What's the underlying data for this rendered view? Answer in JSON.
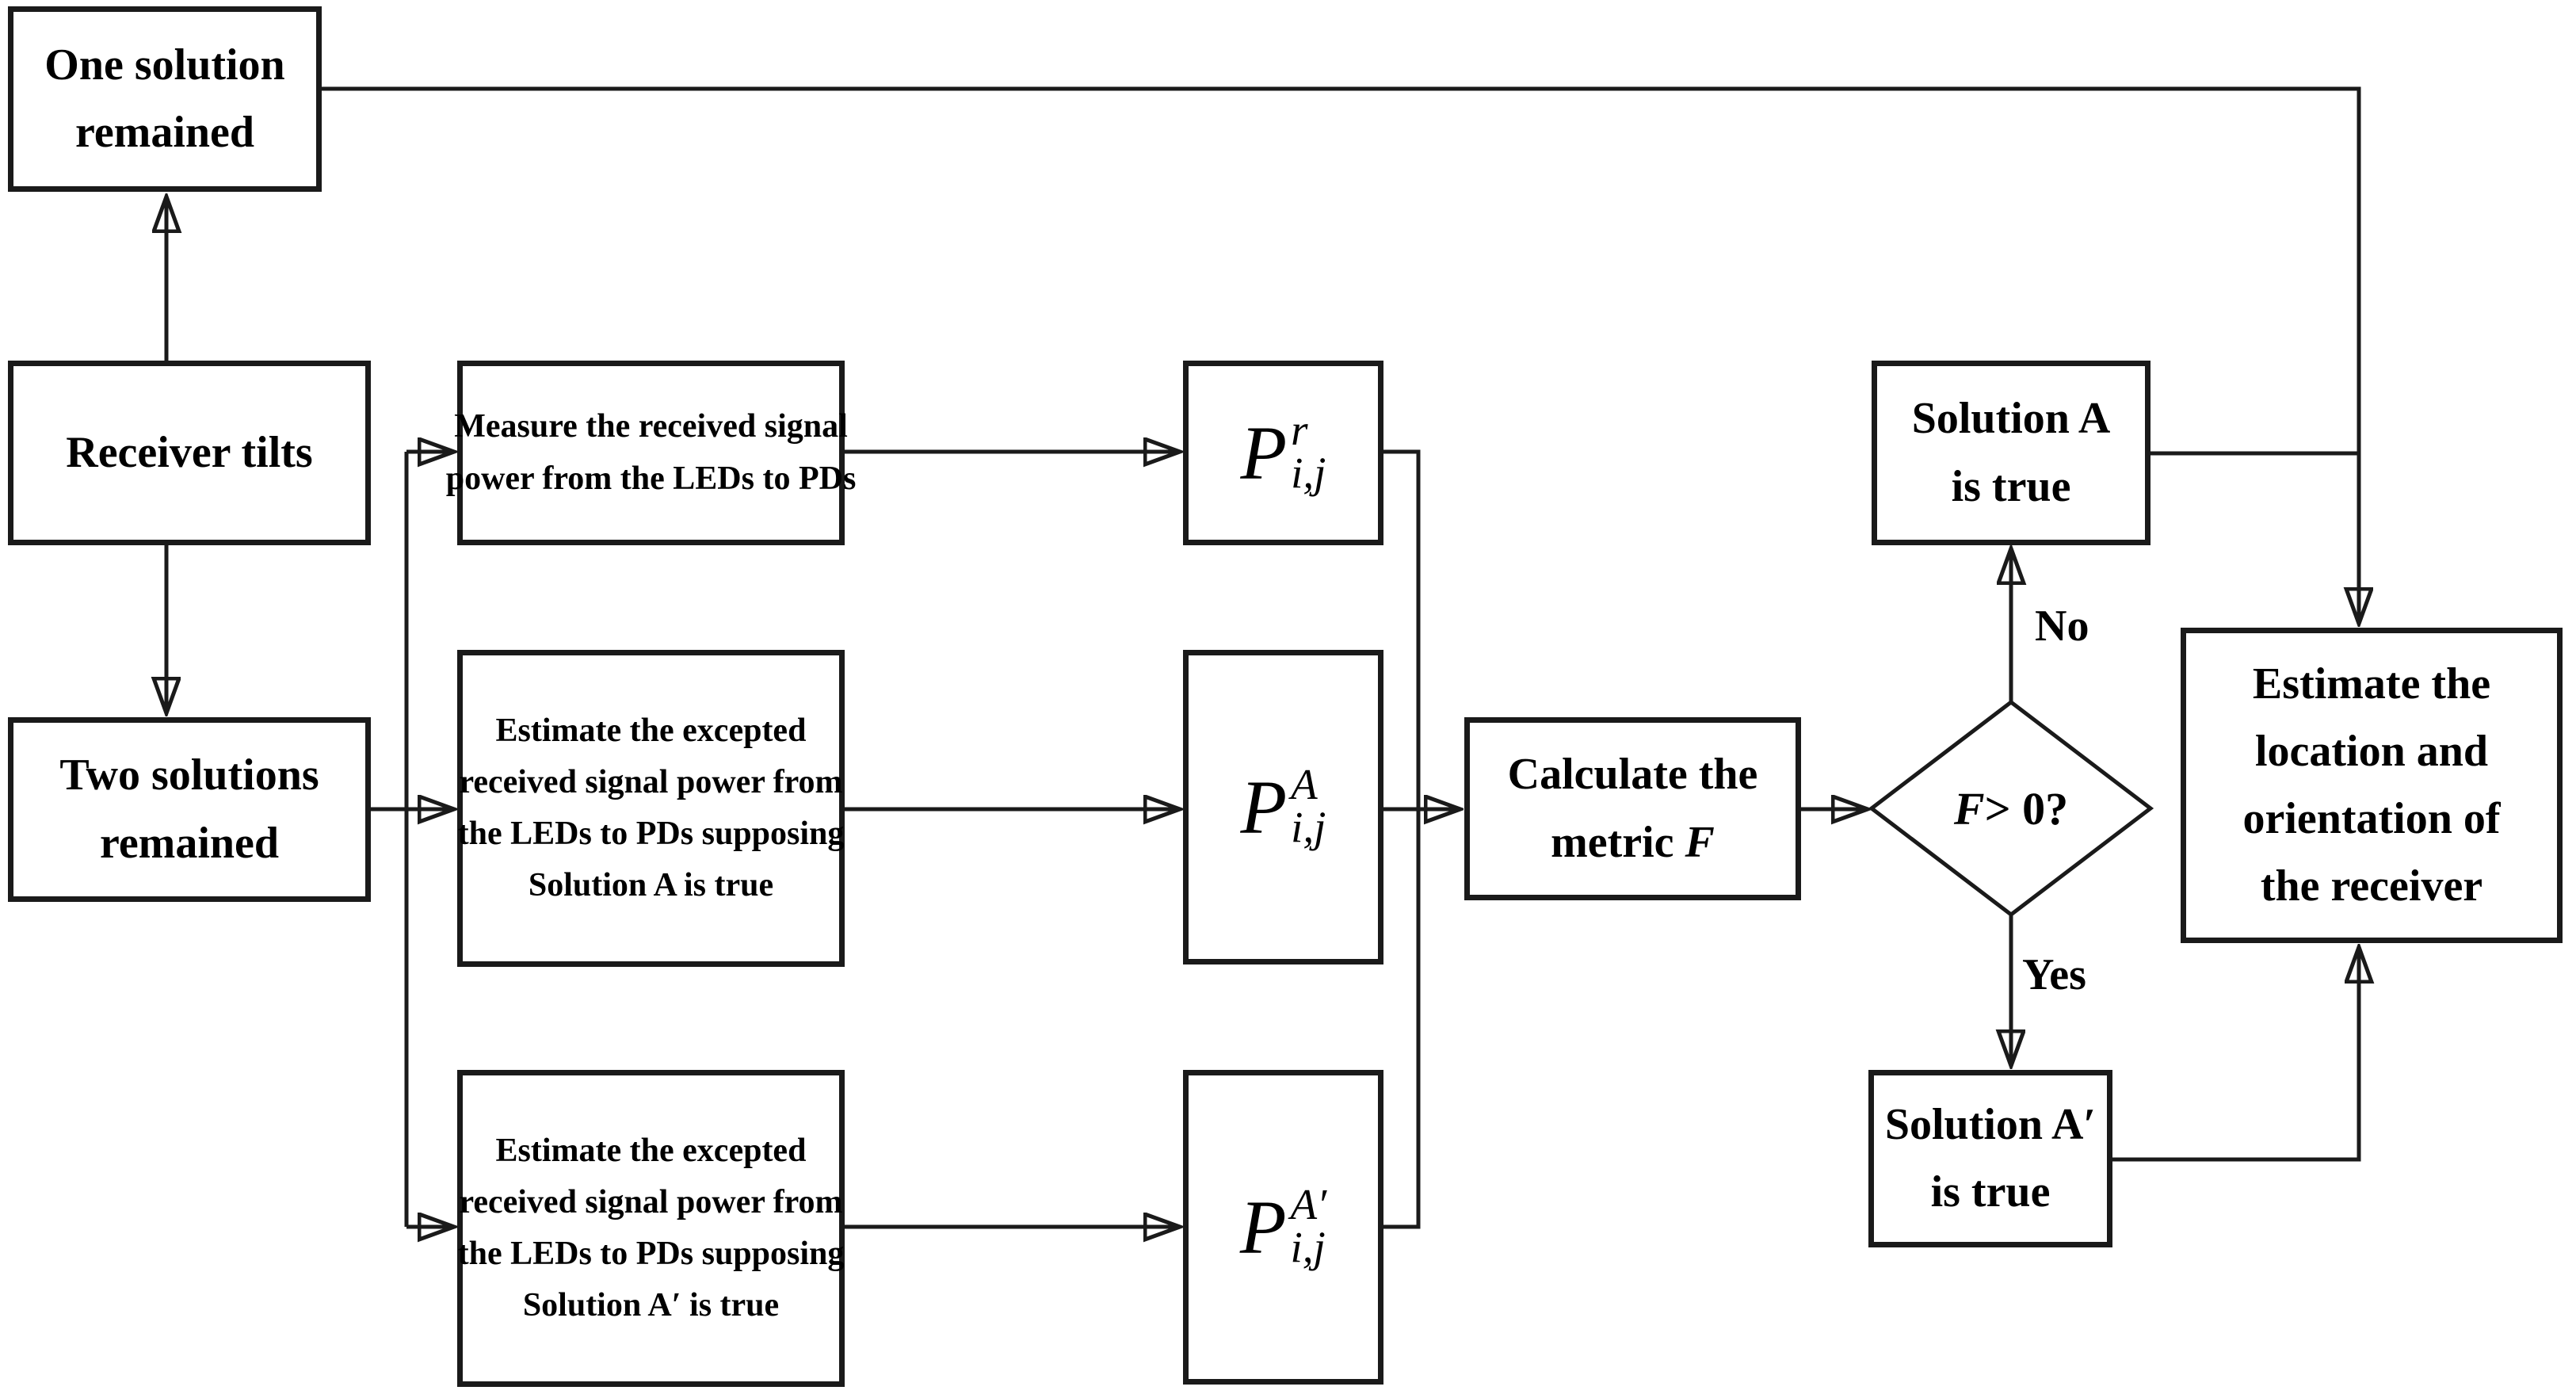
{
  "nodes": {
    "one_solution": {
      "l1": "One solution",
      "l2": "remained"
    },
    "receiver_tilts": {
      "l1": "Receiver tilts"
    },
    "two_solutions": {
      "l1": "Two solutions",
      "l2": "remained"
    },
    "measure": {
      "l1": "Measure the received signal",
      "l2": "power from the LEDs to PDs"
    },
    "estimate_a": {
      "l1": "Estimate the excepted",
      "l2": "received signal power from",
      "l3": "the LEDs to PDs supposing",
      "l4": "Solution A is true"
    },
    "estimate_a_prime": {
      "l1": "Estimate the excepted",
      "l2": "received signal power from",
      "l3": "the LEDs to PDs supposing",
      "l4": "Solution A′ is true"
    },
    "p_r": {
      "base": "P",
      "sup": "r",
      "sub": "i,j"
    },
    "p_a": {
      "base": "P",
      "sup": "A",
      "sub": "i,j"
    },
    "p_a_prime": {
      "base": "P",
      "sup": "A′",
      "sub": "i,j"
    },
    "calculate": {
      "l1": "Calculate the",
      "l2_pre": "metric ",
      "l2_var": "F"
    },
    "decision": {
      "var": "F",
      "rest": " > 0?"
    },
    "solution_a": {
      "l1": "Solution A",
      "l2": "is true"
    },
    "solution_a_prime": {
      "l1": "Solution A′",
      "l2": "is true"
    },
    "estimate_loc": {
      "l1": "Estimate the",
      "l2": "location and",
      "l3": "orientation of",
      "l4": "the receiver"
    }
  },
  "edge_labels": {
    "no": "No",
    "yes": "Yes"
  },
  "colors": {
    "line": "#1a1a1a",
    "background": "#ffffff",
    "text": "#000000"
  }
}
